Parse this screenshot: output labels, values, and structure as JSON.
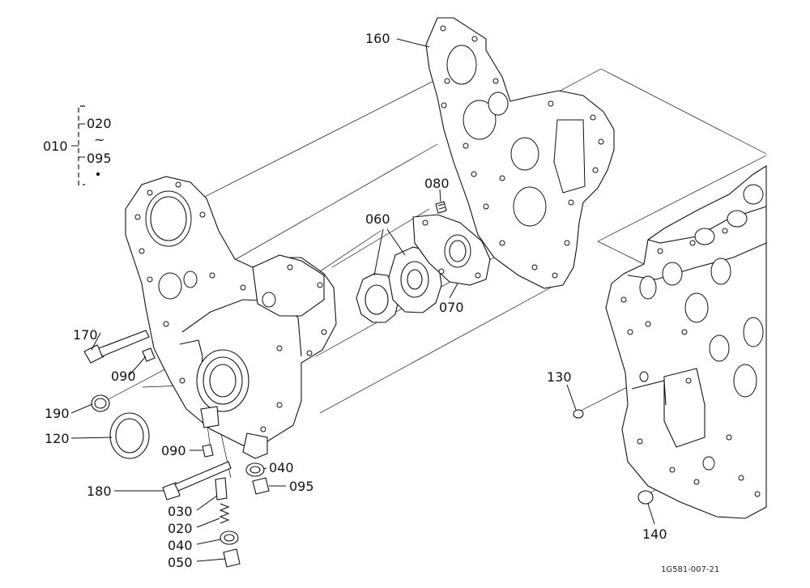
{
  "labels": {
    "l160": "160",
    "l010": "010",
    "l020_top": "020",
    "l_tilde": "~",
    "l095_top": "095",
    "l080": "080",
    "l060": "060",
    "l070": "070",
    "l170": "170",
    "l090_a": "090",
    "l190": "190",
    "l120": "120",
    "l090_b": "090",
    "l040_a": "040",
    "l095_b": "095",
    "l180": "180",
    "l030": "030",
    "l020_b": "020",
    "l040_b": "040",
    "l050": "050",
    "l130": "130",
    "l140": "140"
  },
  "figure_ref": "1G581-007-21"
}
